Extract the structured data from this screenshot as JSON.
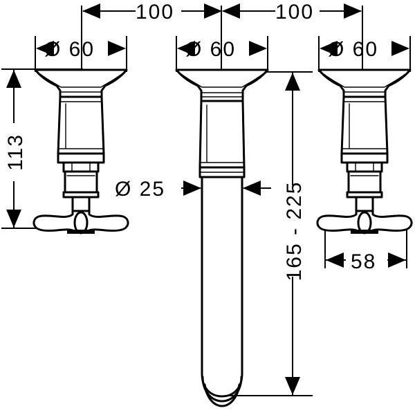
{
  "drawing": {
    "title": "Three-hole basin mixer dimensional drawing",
    "units": "mm",
    "line_color": "#000000",
    "background_color": "#ffffff",
    "dimensions": {
      "spacing_left_label": "100",
      "spacing_right_label": "100",
      "rosette_left_label": "Ø 60",
      "rosette_center_label": "Ø 60",
      "rosette_right_label": "Ø 60",
      "handle_height_label": "113",
      "spout_diameter_label": "Ø 25",
      "spout_height_label": "165 - 225",
      "handle_width_label": "58"
    },
    "components": {
      "left_handle_name": "left cross handle valve",
      "center_spout_name": "center spout",
      "right_handle_name": "right cross handle valve"
    }
  }
}
